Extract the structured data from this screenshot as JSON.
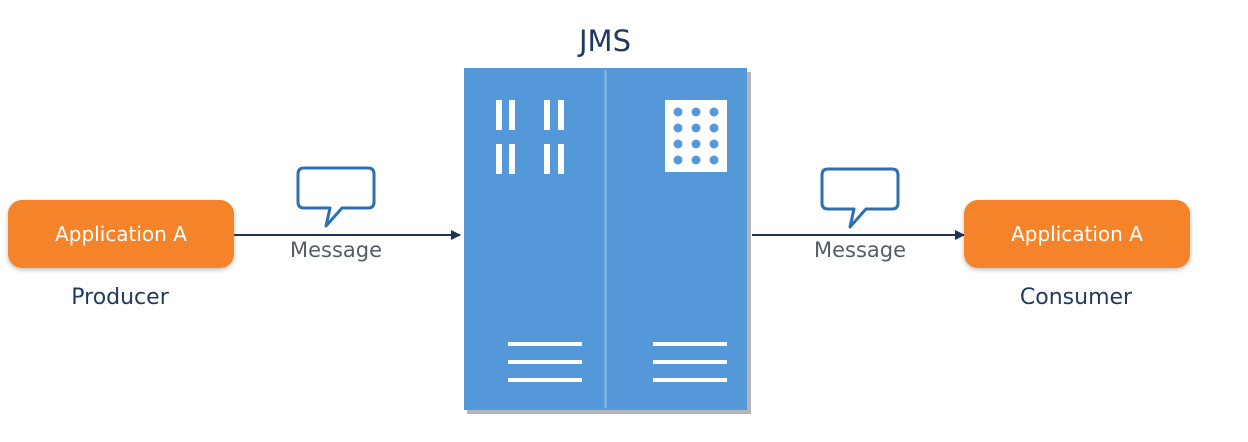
{
  "title": "JMS",
  "producer": {
    "app_label": "Application  A",
    "role": "Producer"
  },
  "consumer": {
    "app_label": "Application  A",
    "role": "Consumer"
  },
  "messages": {
    "left_label": "Message",
    "right_label": "Message"
  },
  "colors": {
    "app_fill": "#f5832a",
    "server_fill": "#5598d9",
    "server_shadow": "#b5b5b5",
    "arrow": "#1c3557",
    "bubble_stroke": "#2f6fb0",
    "heading_text": "#1f3a5f"
  },
  "icons": {
    "bubble": "speech-bubble-icon",
    "server": "server-cabinet-icon"
  }
}
